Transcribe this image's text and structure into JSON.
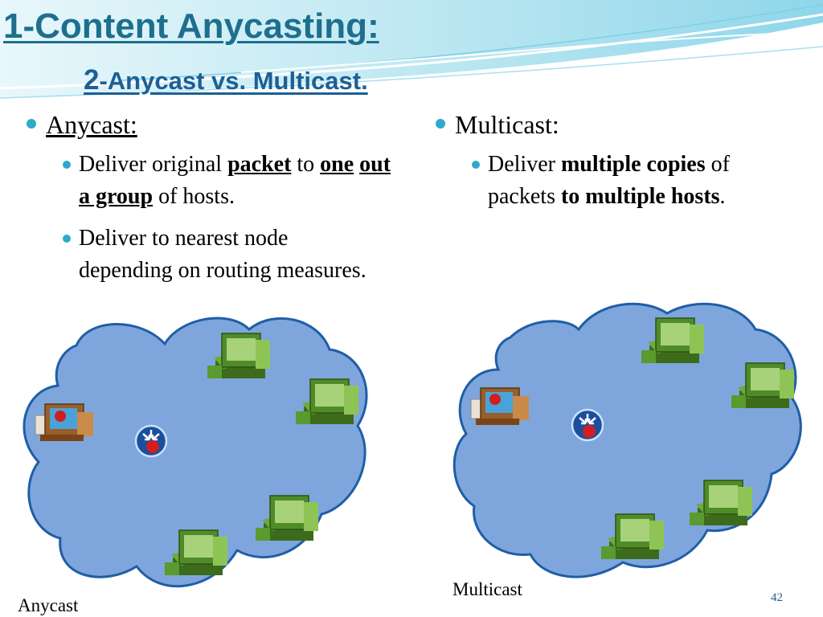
{
  "title": "1-Content Anycasting:",
  "subtitle": {
    "number": "2",
    "text": "-Anycast vs. Multicast."
  },
  "left": {
    "heading": "Anycast:",
    "bullet1": {
      "t1": "Deliver original ",
      "b1": "packet",
      "t2": " to ",
      "b2": "one",
      "t3": " ",
      "b3": "out a group",
      "t4": " of hosts."
    },
    "bullet2": "Deliver to nearest node depending on routing measures."
  },
  "right": {
    "heading": "Multicast:",
    "bullet1": {
      "t1": "Deliver ",
      "b1": "multiple copies",
      "t2": " of packets ",
      "b2": "to multiple hosts",
      "t3": "."
    }
  },
  "captions": {
    "anycast": "Anycast",
    "multicast": "Multicast"
  },
  "page_number": "42",
  "colors": {
    "title": "#1d6f8e",
    "cloud": "#7ea6dc",
    "cloud_border": "#1f5ea6",
    "bullet": "#2eaac9"
  }
}
